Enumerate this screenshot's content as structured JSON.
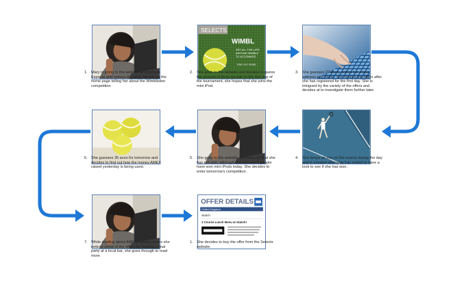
{
  "steps": [
    {
      "num": "1.",
      "text": "Mary is going to the website at American Express and notices the large banner on the home page telling her about the Wimbledon competition"
    },
    {
      "num": "2.",
      "text": "She goes to the website and decides to guess the amount of Aces served on the first day of the tournament, she hopes that she wins the mini iPod."
    },
    {
      "num": "3.",
      "text": "She guesses 22 Aces, enters her email address and name. She notices the offers after she has registered for the first day. She is intrigued by the variety of the offers and decides at to investigate them further later."
    },
    {
      "num": "4.",
      "text": "She keeps an eye on the scores during the day and is emailed after play has ended to have a look to see if she has won."
    },
    {
      "num": "5.",
      "text": "She goes to the website  and finds out that she has not won, although she can see 5 people have won mini iPods today. She decides to enter tomorrow's competition."
    },
    {
      "num": "6.",
      "text": "She guesses 35 aces for tomorrow and decides to find out how the money AMEX raised yesterday is being used."
    },
    {
      "num": "7.",
      "text": "While reading about AMEX's good causes she notices some of the offers for hosting a final party at a local bar, she goes through to read more"
    },
    {
      "num": "1.",
      "text": "She decides to buy the offer from the Selects website."
    }
  ],
  "screens": {
    "selects": {
      "badge": "SELECTS",
      "headline": "WIMBL",
      "line1": "GET ALL THE LATE",
      "line2": "AROUND WIMBLE",
      "line3": "TO ACCOMMOD",
      "link": "FIND OUT MORE"
    },
    "offer": {
      "title": "OFFER DETAILS",
      "region": "United Kingdom",
      "brand": "skatch",
      "headline": "3 Course Lunch Menu at skatch!"
    }
  },
  "colors": {
    "arrow": "#1e78d6",
    "frame_border": "#5a7fb0"
  }
}
